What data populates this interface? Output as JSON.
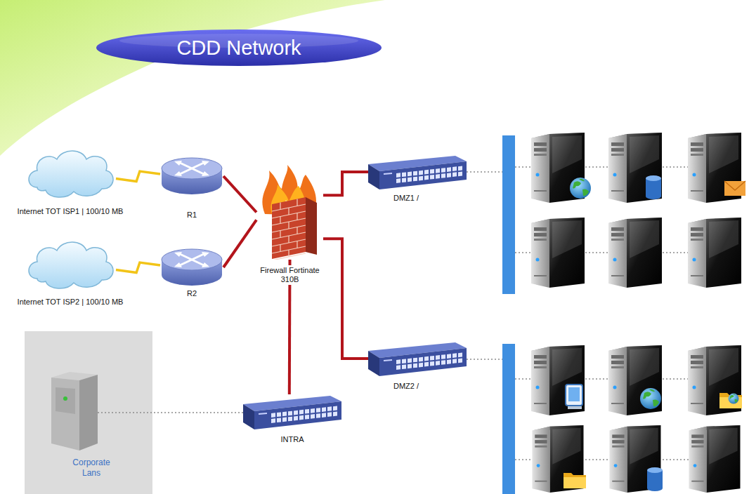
{
  "diagram": {
    "title": "CDD Network",
    "nodes": [
      {
        "text": [
          "Internet TOT ISP1 | 100/10 MB"
        ]
      },
      {
        "text": [
          "R1"
        ]
      },
      {
        "text": [
          "Internet TOT ISP2 | 100/10 MB"
        ]
      },
      {
        "text": [
          "R2"
        ]
      },
      {
        "text": [
          "Firewall Fortinate 310B"
        ]
      },
      {
        "text": [
          "DMZ1 /"
        ]
      },
      {
        "text": [
          "DMZ2 /"
        ]
      },
      {
        "text": [
          "INTRA"
        ]
      },
      {
        "text": [
          "Corporate Lans"
        ]
      }
    ],
    "edges": [
      {
        "from": 0,
        "to": 1,
        "arrow": "none"
      },
      {
        "from": 2,
        "to": 3,
        "arrow": "none"
      },
      {
        "from": 1,
        "to": 4,
        "arrow": "none"
      },
      {
        "from": 3,
        "to": 4,
        "arrow": "none"
      },
      {
        "from": 4,
        "to": 5,
        "arrow": "none"
      },
      {
        "from": 4,
        "to": 6,
        "arrow": "none"
      },
      {
        "from": 4,
        "to": 7,
        "arrow": "none"
      },
      {
        "from": 7,
        "to": 8,
        "arrow": "none"
      }
    ]
  }
}
